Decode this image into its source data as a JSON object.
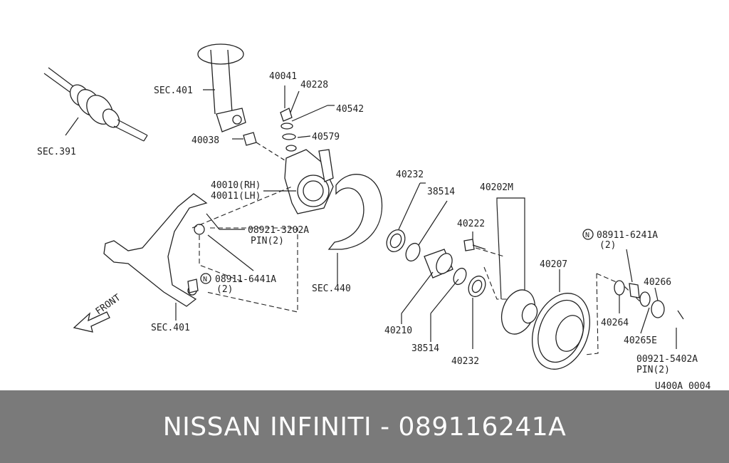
{
  "diagram": {
    "labels": {
      "sec391": "SEC.391",
      "sec401_top": "SEC.401",
      "p40038": "40038",
      "p40041": "40041",
      "p40228": "40228",
      "p40542": "40542",
      "p40579": "40579",
      "p40010": "40010(RH)",
      "p40011": "40011(LH)",
      "p08921": "08921-3202A",
      "pin1": "PIN(2)",
      "p08911_6441": "08911-6441A",
      "qty1": "(2)",
      "sec401_bottom": "SEC.401",
      "front": "FRONT",
      "sec440": "SEC.440",
      "p40232_top": "40232",
      "p38514_top": "38514",
      "p40202m": "40202M",
      "p40222": "40222",
      "p40210": "40210",
      "p38514_bottom": "38514",
      "p40232_bottom": "40232",
      "p40207": "40207",
      "p08911_6241": "08911-6241A",
      "qty2": "(2)",
      "p40266": "40266",
      "p40264": "40264",
      "p40265e": "40265E",
      "p00921": "00921-5402A",
      "pin2": "PIN(2)",
      "diagram_code": "U400A 0004",
      "n_mark": "N"
    }
  },
  "footer": {
    "text": "NISSAN INFINITI - 089116241A"
  }
}
